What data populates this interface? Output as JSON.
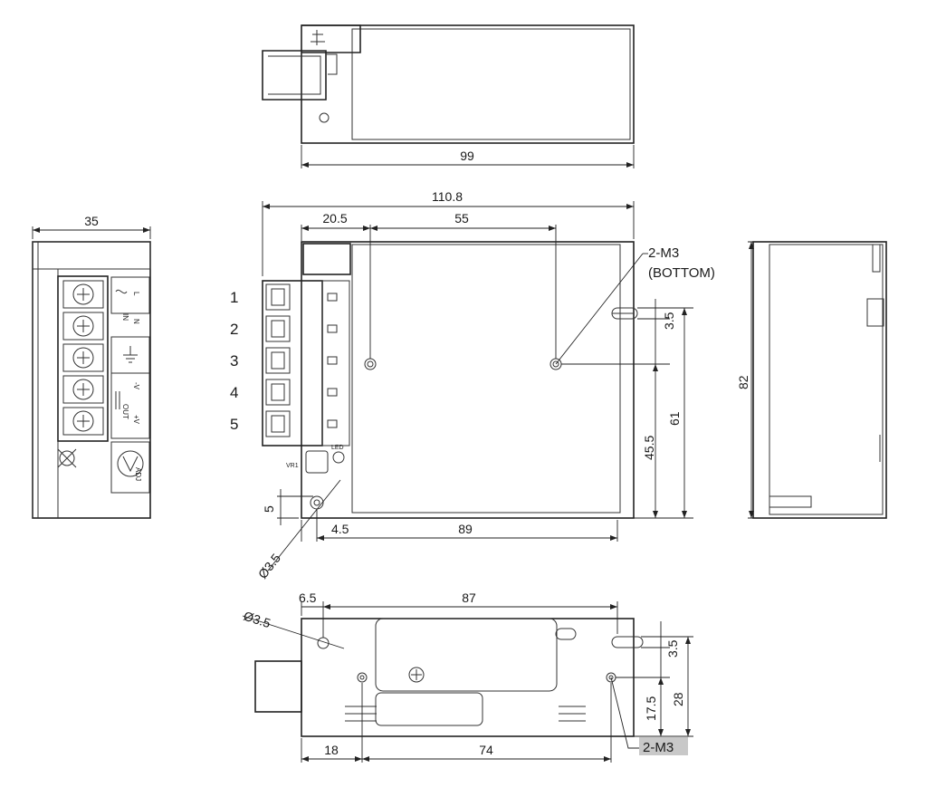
{
  "top_view": {
    "width": "99"
  },
  "left_view": {
    "width": "35",
    "terminal_labels": {
      "ac_l": "L",
      "ac_n": "N",
      "ac_in": "IN",
      "out_minus": "-V",
      "out_label": "OUT",
      "out_plus": "+V",
      "adj": "ADJ"
    }
  },
  "front_view": {
    "overall_length": "110.8",
    "offset_left": "20.5",
    "hole_spacing": "55",
    "mount_note": "2-M3",
    "mount_note_sub": "(BOTTOM)",
    "pins": [
      "1",
      "2",
      "3",
      "4",
      "5"
    ],
    "vr_label": "VR1",
    "led_label": "LED",
    "dim_hole_bottom": "5",
    "dim_hole_left": "4.5",
    "dim_length": "89",
    "hole_diameter": "Ø3.5",
    "dim_3_5": "3.5",
    "dim_61": "61",
    "dim_45_5": "45.5"
  },
  "right_view": {
    "height": "82"
  },
  "bottom_view": {
    "hole_offset": "6.5",
    "length": "87",
    "hole_diameter": "Ø3.5",
    "dim_3_5": "3.5",
    "dim_17_5": "17.5",
    "dim_28": "28",
    "dim_18": "18",
    "dim_74": "74",
    "mount_note": "2-M3"
  }
}
